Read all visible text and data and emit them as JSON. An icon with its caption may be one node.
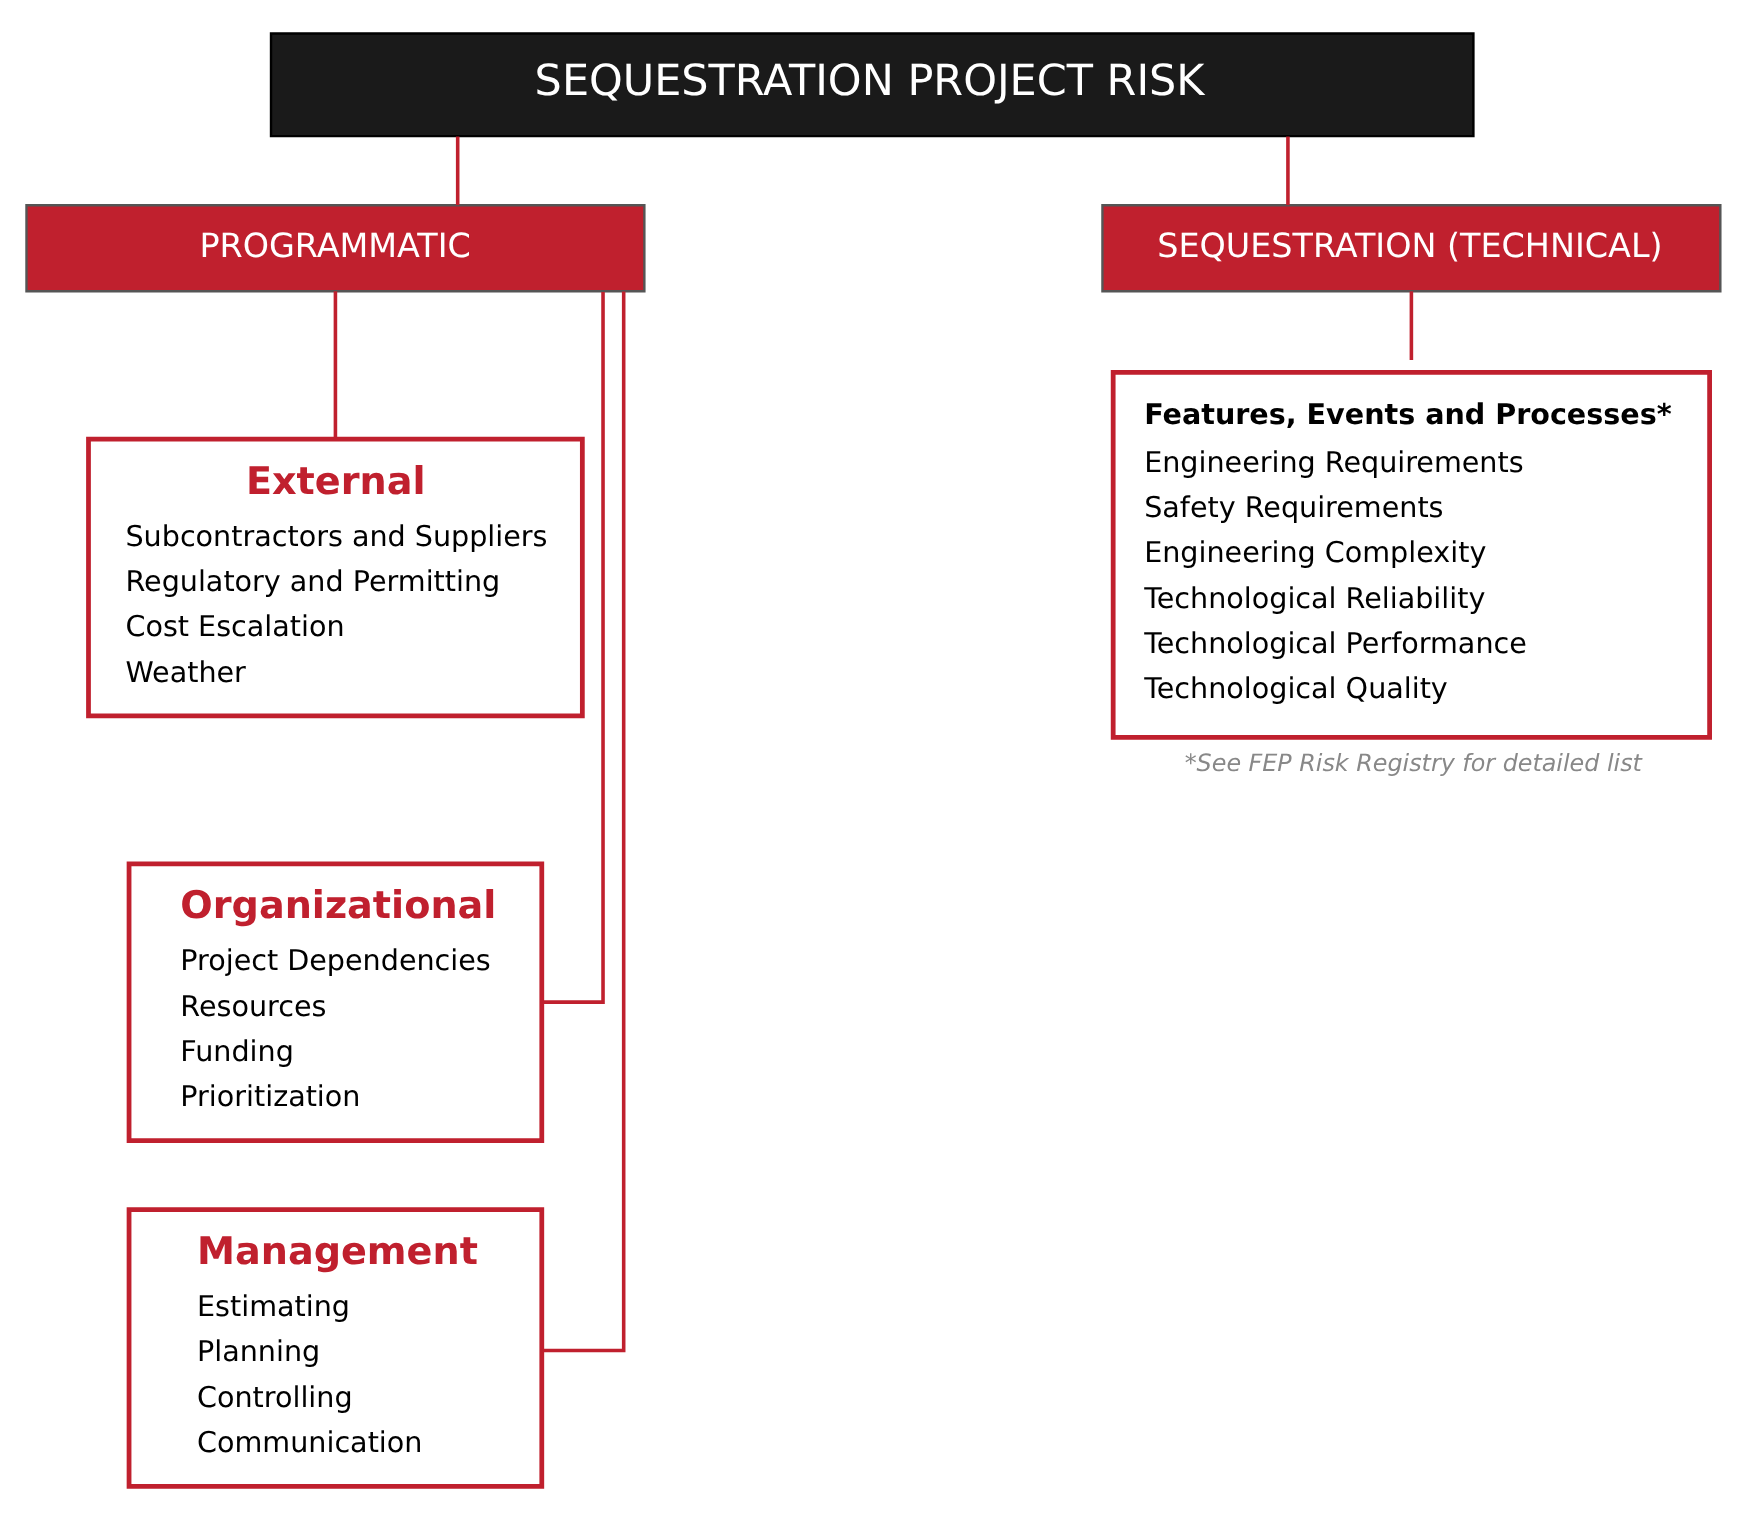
{
  "diagram": {
    "nodes": [
      {
        "text": [
          "SEQUESTRATION PROJECT RISK"
        ]
      },
      {
        "text": [
          "PROGRAMMATIC"
        ]
      },
      {
        "text": [
          "SEQUESTRATION (TECHNICAL)"
        ]
      },
      {
        "text": [
          "External",
          "Subcontractors and Suppliers",
          "Regulatory and Permitting",
          "Cost Escalation",
          "Weather"
        ]
      },
      {
        "text": [
          "Organizational",
          "Project Dependencies",
          "Resources",
          "Funding",
          "Prioritization"
        ]
      },
      {
        "text": [
          "Management",
          "Estimating",
          "Planning",
          "Controlling",
          "Communication"
        ]
      },
      {
        "text": [
          "Features, Events and Processes*",
          "Engineering Requirements",
          "Safety Requirements",
          "Engineering Complexity",
          "Technological Reliability",
          "Technological Performance",
          "Technological Quality"
        ],
        "beside": [
          "*See FEP Risk Registry for detailed list"
        ]
      }
    ],
    "edges": [
      {
        "from": 0,
        "to": 1,
        "arrow": "none"
      },
      {
        "from": 0,
        "to": 2,
        "arrow": "none"
      },
      {
        "from": 1,
        "to": 3,
        "arrow": "none"
      },
      {
        "from": 1,
        "to": 4,
        "arrow": "none"
      },
      {
        "from": 1,
        "to": 5,
        "arrow": "none"
      },
      {
        "from": 2,
        "to": 6,
        "arrow": "none"
      }
    ]
  }
}
